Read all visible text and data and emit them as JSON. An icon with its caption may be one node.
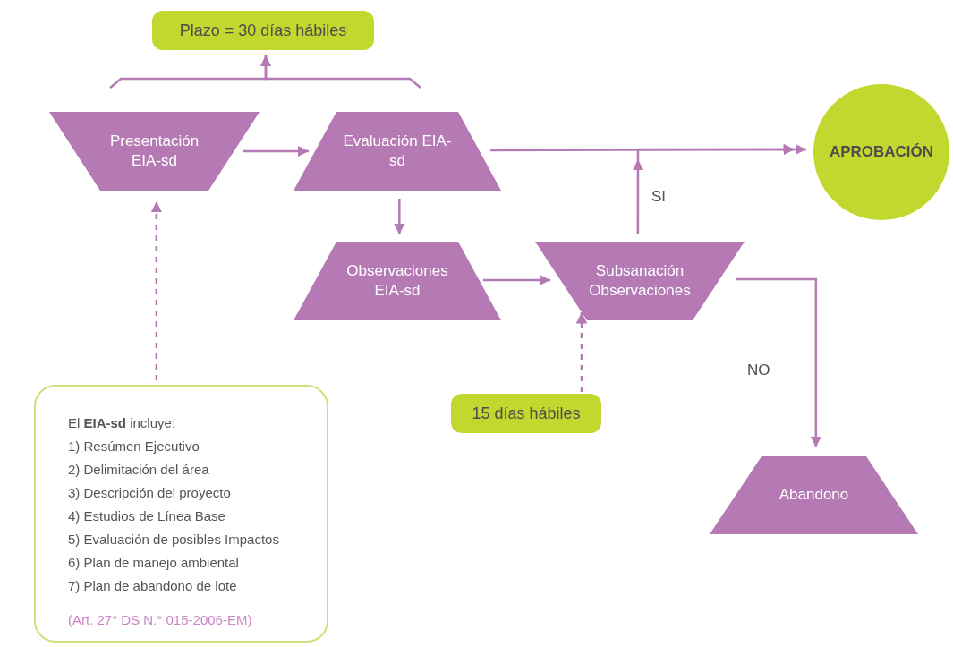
{
  "diagram": {
    "nodes": [
      {
        "text": [
          "Plazo = 30 días hábiles"
        ]
      },
      {
        "text": [
          "Presentación EIA-sd"
        ]
      },
      {
        "text": [
          "Evaluación EIA-sd"
        ]
      },
      {
        "text": [
          "APROBACIÓN"
        ]
      },
      {
        "text": [
          "Observaciones EIA-sd"
        ]
      },
      {
        "text": [
          "Subsanación Observaciones"
        ]
      },
      {
        "text": [
          "15 días hábiles"
        ]
      },
      {
        "text": [
          "El **EIA-sd** incluye:",
          "1) Resúmen Ejecutivo",
          "2) Delimitación del área",
          "3) Descripción del proyecto",
          "4) Estudios de Línea Base",
          "5) Evaluación de posibles Impactos",
          "6) Plan de manejo ambiental",
          "7) Plan de abandono de lote",
          "(Art. 27° DS N.° 015-2006-EM)"
        ]
      },
      {
        "text": [
          "Abandono"
        ]
      }
    ],
    "edges": [
      {
        "from": 1,
        "to": 0,
        "arrow": "to"
      },
      {
        "from": 2,
        "to": 0,
        "arrow": "to"
      },
      {
        "from": 1,
        "to": 2,
        "arrow": "to"
      },
      {
        "from": 2,
        "to": 3,
        "arrow": "to"
      },
      {
        "from": 2,
        "to": 4,
        "arrow": "to"
      },
      {
        "from": 4,
        "to": 5,
        "arrow": "to"
      },
      {
        "from": 5,
        "to": 3,
        "arrow": "to",
        "label": "SI"
      },
      {
        "from": 5,
        "to": 8,
        "arrow": "to",
        "label": "NO"
      },
      {
        "from": 6,
        "to": 5,
        "arrow": "to",
        "style": "dashed"
      },
      {
        "from": 7,
        "to": 1,
        "arrow": "to",
        "style": "dashed"
      }
    ]
  }
}
